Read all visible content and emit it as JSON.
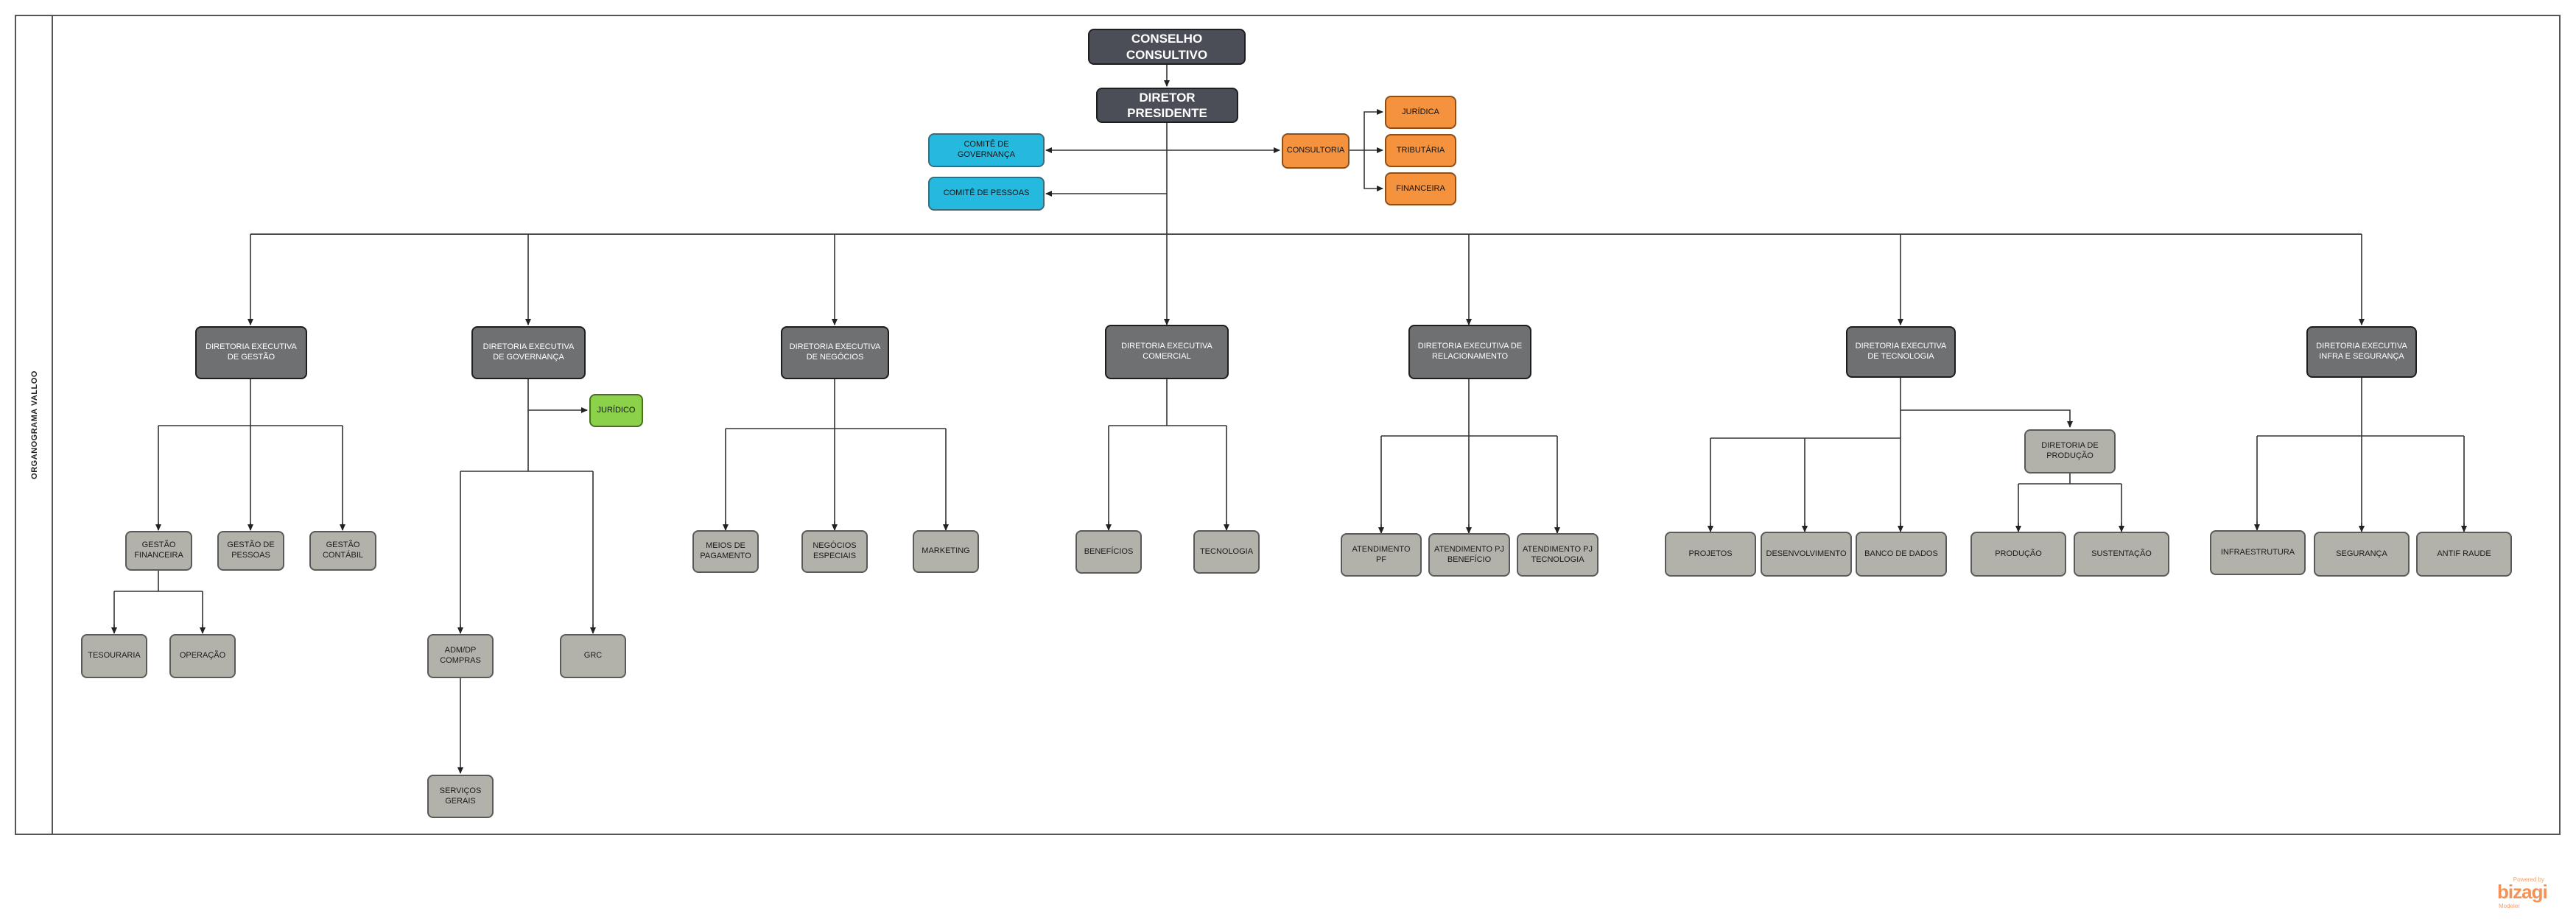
{
  "lane_title": "ORGANOGRAMA  VALLOO",
  "nodes": {
    "conselho": "CONSELHO CONSULTIVO",
    "diretor": "DIRETOR PRESIDENTE",
    "comite_gov": "COMITÊ DE GOVERNANÇA",
    "comite_pes": "COMITÊ DE PESSOAS",
    "consultoria": "CONSULTORIA",
    "juridica": "JURÍDICA",
    "tributaria": "TRIBUTÁRIA",
    "financeira": "FINANCEIRA",
    "de_gestao": "DIRETORIA EXECUTIVA DE GESTÃO",
    "de_governanca": "DIRETORIA EXECUTIVA DE GOVERNANÇA",
    "de_negocios": "DIRETORIA EXECUTIVA DE NEGÓCIOS",
    "de_comercial": "DIRETORIA EXECUTIVA COMERCIAL",
    "de_relacionamento": "DIRETORIA EXECUTIVA DE RELACIONAMENTO",
    "de_tecnologia": "DIRETORIA EXECUTIVA DE TECNOLOGIA",
    "de_infra": "DIRETORIA EXECUTIVA INFRA E SEGURANÇA",
    "gestao_financeira": "GESTÃO FINANCEIRA",
    "gestao_pessoas": "GESTÃO DE PESSOAS",
    "gestao_contabil": "GESTÃO CONTÁBIL",
    "tesouraria": "TESOURARIA",
    "operacao": "OPERAÇÃO",
    "juridico": "JURÍDICO",
    "adm_dp": "ADM/DP COMPRAS",
    "grc": "GRC",
    "servicos_gerais": "SERVIÇOS GERAIS",
    "meios_pagamento": "MEIOS DE PAGAMENTO",
    "negocios_especiais": "NEGÓCIOS ESPECIAIS",
    "marketing": "MARKETING",
    "beneficios": "BENEFÍCIOS",
    "tecnologia_com": "TECNOLOGIA",
    "atend_pf": "ATENDIMENTO PF",
    "atend_pj_beneficio": "ATENDIMENTO PJ BENEFÍCIO",
    "atend_pj_tecnologia": "ATENDIMENTO PJ TECNOLOGIA",
    "projetos": "PROJETOS",
    "desenvolvimento": "DESENVOLVIMENTO",
    "banco_dados": "BANCO DE DADOS",
    "diretoria_producao": "DIRETORIA DE PRODUÇÃO",
    "producao": "PRODUÇÃO",
    "sustentacao": "SUSTENTAÇÃO",
    "infraestrutura": "INFRAESTRUTURA",
    "seguranca": "SEGURANÇA",
    "antifraude": "ANTIF RAUDE"
  },
  "logo": {
    "small": "Powered by",
    "big": "bizagi",
    "sub": "Modeler"
  },
  "colors": {
    "top": "#4b4e57",
    "executive": "#6f7071",
    "unit": "#b3b2aa",
    "committee": "#26b9e0",
    "consulting": "#f5923e",
    "legal": "#8bd14a",
    "line": "#333333"
  }
}
